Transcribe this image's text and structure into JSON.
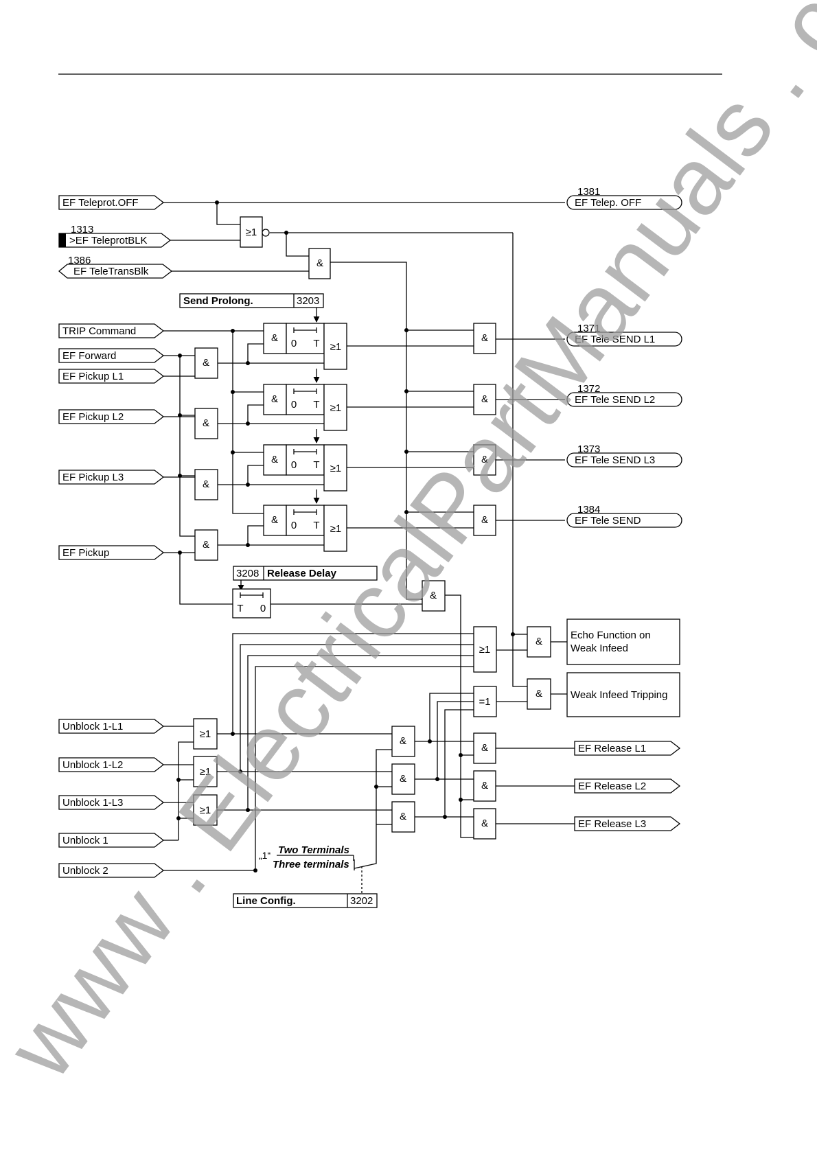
{
  "inputs": {
    "teleprot_off": "EF Teleprot.OFF",
    "teleprot_blk_num": "1313",
    "teleprot_blk": ">EF TeleprotBLK",
    "teletrans_blk_num": "1386",
    "teletrans_blk": "EF TeleTransBlk",
    "trip_command": "TRIP Command",
    "ef_forward": "EF Forward",
    "ef_pickup_l1": "EF Pickup L1",
    "ef_pickup_l2": "EF Pickup L2",
    "ef_pickup_l3": "EF Pickup L3",
    "ef_pickup": "EF Pickup",
    "unblock_1_l1": "Unblock 1-L1",
    "unblock_1_l2": "Unblock 1-L2",
    "unblock_1_l3": "Unblock 1-L3",
    "unblock_1": "Unblock 1",
    "unblock_2": "Unblock 2"
  },
  "outputs": {
    "telep_off_num": "1381",
    "telep_off": "EF Telep. OFF",
    "send_l1_num": "1371",
    "send_l1": "EF Tele SEND L1",
    "send_l2_num": "1372",
    "send_l2": "EF Tele SEND L2",
    "send_l3_num": "1373",
    "send_l3": "EF Tele SEND L3",
    "send_num": "1384",
    "send": "EF Tele SEND",
    "echo_line1": "Echo Function on",
    "echo_line2": "Weak Infeed",
    "weak_infeed_tripping": "Weak Infeed Tripping",
    "release_l1": "EF Release L1",
    "release_l2": "EF Release L2",
    "release_l3": "EF Release L3"
  },
  "params": {
    "send_prolong": "Send Prolong.",
    "send_prolong_num": "3203",
    "release_delay": "Release Delay",
    "release_delay_num": "3208",
    "line_config": "Line Config.",
    "line_config_num": "3202",
    "two_terminals": "Two Terminals",
    "three_terminals": "Three terminals",
    "switch_one": "„1“"
  },
  "gates": {
    "and": "&",
    "or": "≥1",
    "xor": "=1",
    "timer_zero": "0",
    "timer_t": "T"
  },
  "watermark": "www . ElectricalPartManuals . com"
}
